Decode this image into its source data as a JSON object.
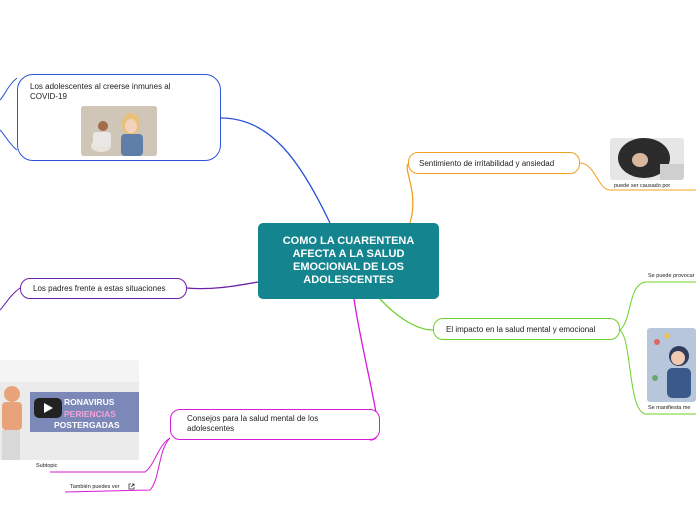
{
  "central_topic": "COMO LA CUARENTENA AFECTA A LA SALUD EMOCIONAL DE LOS ADOLESCENTES",
  "topics": {
    "inmunes": "Los adolescentes al creerse inmunes al COVID-19",
    "padres": "Los padres frente a estas situaciones",
    "consejos": "Consejos para la salud mental de los adolescentes",
    "irritabilidad": "Sentimiento de irritabilidad y ansiedad",
    "impacto": "El impacto en la salud mental y emocional"
  },
  "subtopics": {
    "causado": "puede ser causado por",
    "provoca": "Se puede provocar",
    "manifiesta": "Se manifiesta me",
    "subtopic": "Subtopic",
    "tambien": "También puedes ver"
  },
  "video": {
    "line1": "RONAVIRUS",
    "line2": "PERIENCIAS",
    "line3": "POSTERGADAS"
  },
  "colors": {
    "center": "#14848f",
    "blue": "#2a55d6",
    "purple": "#6b21a8",
    "magenta": "#d61bd6",
    "orange": "#f0a020",
    "green": "#6cd12a"
  },
  "icons": [
    "play-icon",
    "external-link-icon"
  ]
}
